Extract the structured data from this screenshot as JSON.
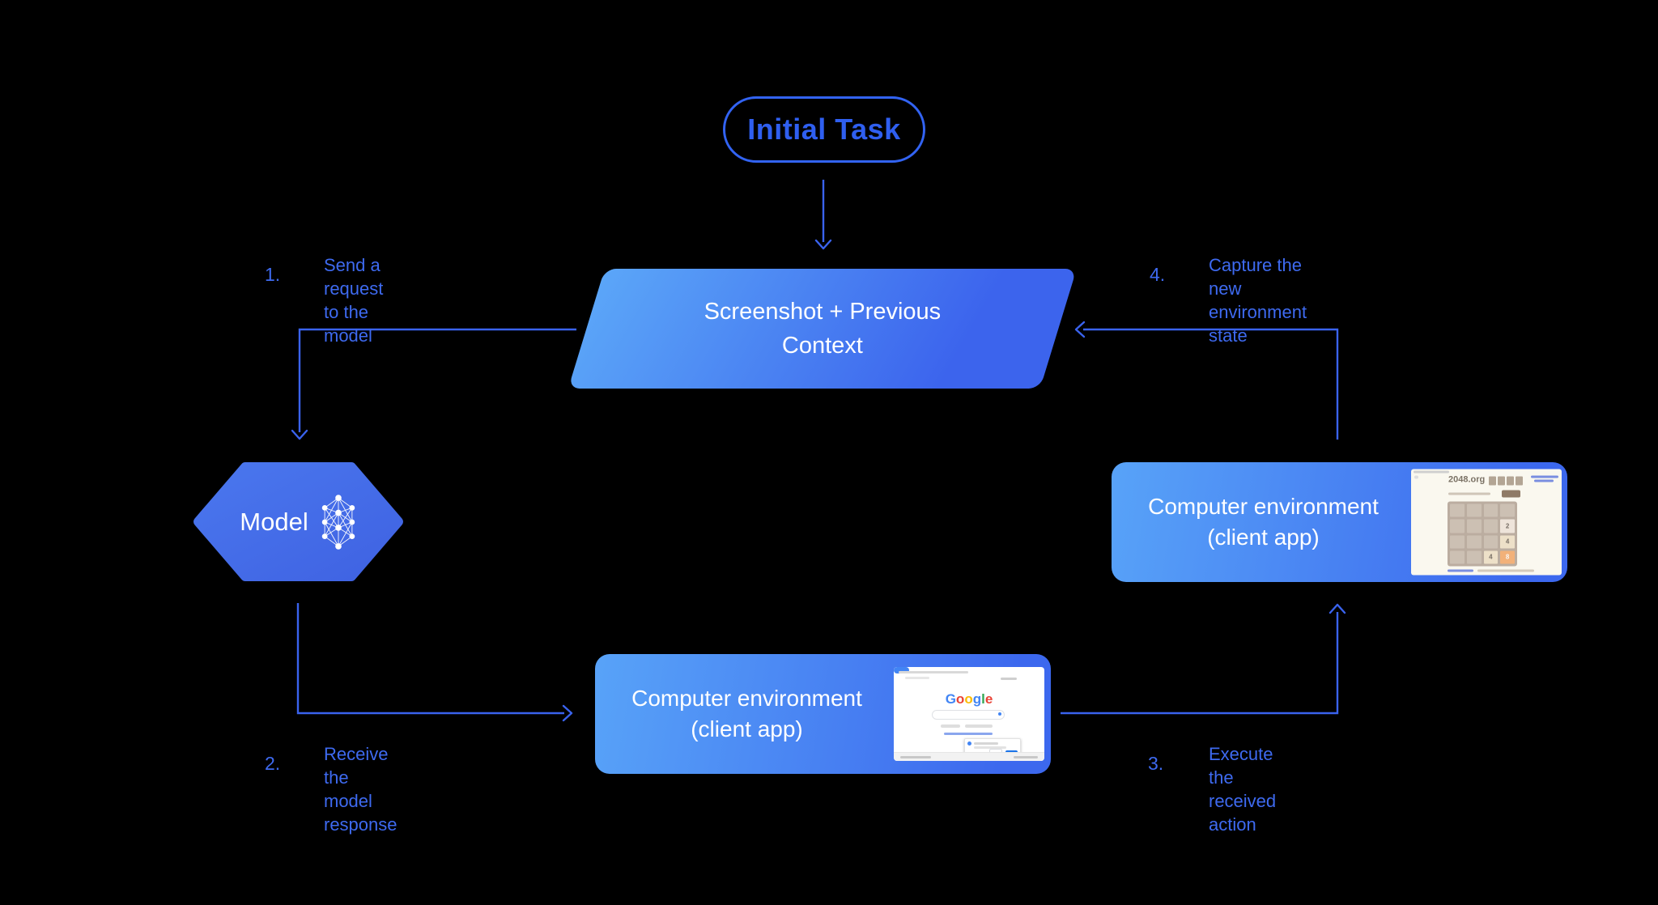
{
  "colors": {
    "background": "#000000",
    "connector_blue": "#3a63ee",
    "step_label_blue": "#3e6af0",
    "pill_blue": "#2f5ff0",
    "node_gradient_light": "#58a3f8",
    "node_gradient_dark": "#3c66ee",
    "hexagon_blue": "#4267e6",
    "node_text": "#ffffff"
  },
  "nodes": {
    "initial_task": {
      "label": "Initial Task"
    },
    "screenshot_context": {
      "line1": "Screenshot + Previous",
      "line2": "Context"
    },
    "model": {
      "label": "Model"
    },
    "env_bottom": {
      "line1": "Computer environment",
      "line2": "(client app)"
    },
    "env_right": {
      "line1": "Computer environment",
      "line2": "(client app)"
    }
  },
  "steps": [
    {
      "number": "1.",
      "line1": "Send a request",
      "line2": "to the model"
    },
    {
      "number": "2.",
      "line1": "Receive the",
      "line2": "model response"
    },
    {
      "number": "3.",
      "line1": "Execute the",
      "line2": "received action"
    },
    {
      "number": "4.",
      "line1": "Capture the new",
      "line2": "environment state"
    }
  ],
  "thumbnails": {
    "google_page": {
      "logo_letters": [
        {
          "ch": "G",
          "color": "#4285F4"
        },
        {
          "ch": "o",
          "color": "#EA4335"
        },
        {
          "ch": "o",
          "color": "#FBBC05"
        },
        {
          "ch": "g",
          "color": "#4285F4"
        },
        {
          "ch": "l",
          "color": "#34A853"
        },
        {
          "ch": "e",
          "color": "#EA4335"
        }
      ]
    },
    "game_2048": {
      "title": "2048.org",
      "grid": [
        "",
        "",
        "",
        "",
        "",
        "",
        "",
        "2",
        "",
        "",
        "",
        "4",
        "",
        "",
        "4",
        "8"
      ],
      "tile_colors": {
        "2": {
          "bg": "#eee4da",
          "fg": "#776e65"
        },
        "4": {
          "bg": "#ede0c8",
          "fg": "#776e65"
        },
        "8": {
          "bg": "#f2b179",
          "fg": "#f9f6f2"
        }
      }
    }
  }
}
